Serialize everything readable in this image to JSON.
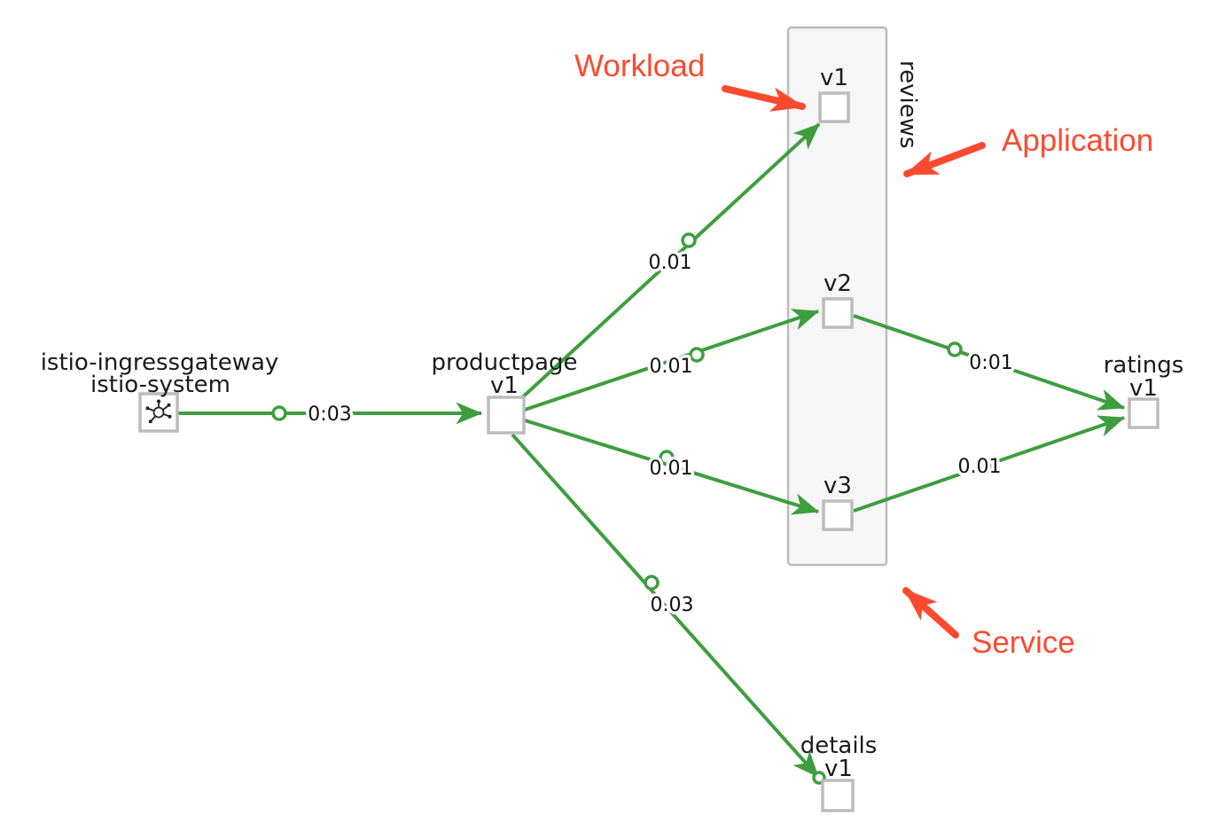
{
  "diagram": {
    "nodes": {
      "gateway": {
        "line1": "istio-ingressgateway",
        "line2": "istio-system",
        "icon": "mesh-gateway-icon"
      },
      "productpage": {
        "name": "productpage",
        "version": "v1"
      },
      "reviews_box": {
        "label": "reviews"
      },
      "reviews_v1": {
        "version": "v1"
      },
      "reviews_v2": {
        "version": "v2"
      },
      "reviews_v3": {
        "version": "v3"
      },
      "ratings": {
        "name": "ratings",
        "version": "v1"
      },
      "details": {
        "name": "details",
        "version": "v1"
      }
    },
    "edges": {
      "gateway_to_productpage": {
        "label": "0:03"
      },
      "productpage_to_reviews_v1": {
        "label": "0.01"
      },
      "productpage_to_reviews_v2": {
        "label": "0.01"
      },
      "productpage_to_reviews_v3": {
        "label": "0.01"
      },
      "productpage_to_details": {
        "label": "0.03"
      },
      "reviews_v2_to_ratings": {
        "label": "0:01"
      },
      "reviews_v3_to_ratings": {
        "label": "0.01"
      }
    },
    "annotations": {
      "workload": "Workload",
      "application": "Application",
      "service": "Service"
    },
    "colors": {
      "edge_green": "#3e9e3e",
      "node_border": "#bcbcbc",
      "app_box_fill": "#f6f6f6",
      "app_box_border": "#bbbbbb",
      "annotation_red": "#fb4a2f",
      "label_text": "#1a1a1a"
    }
  }
}
